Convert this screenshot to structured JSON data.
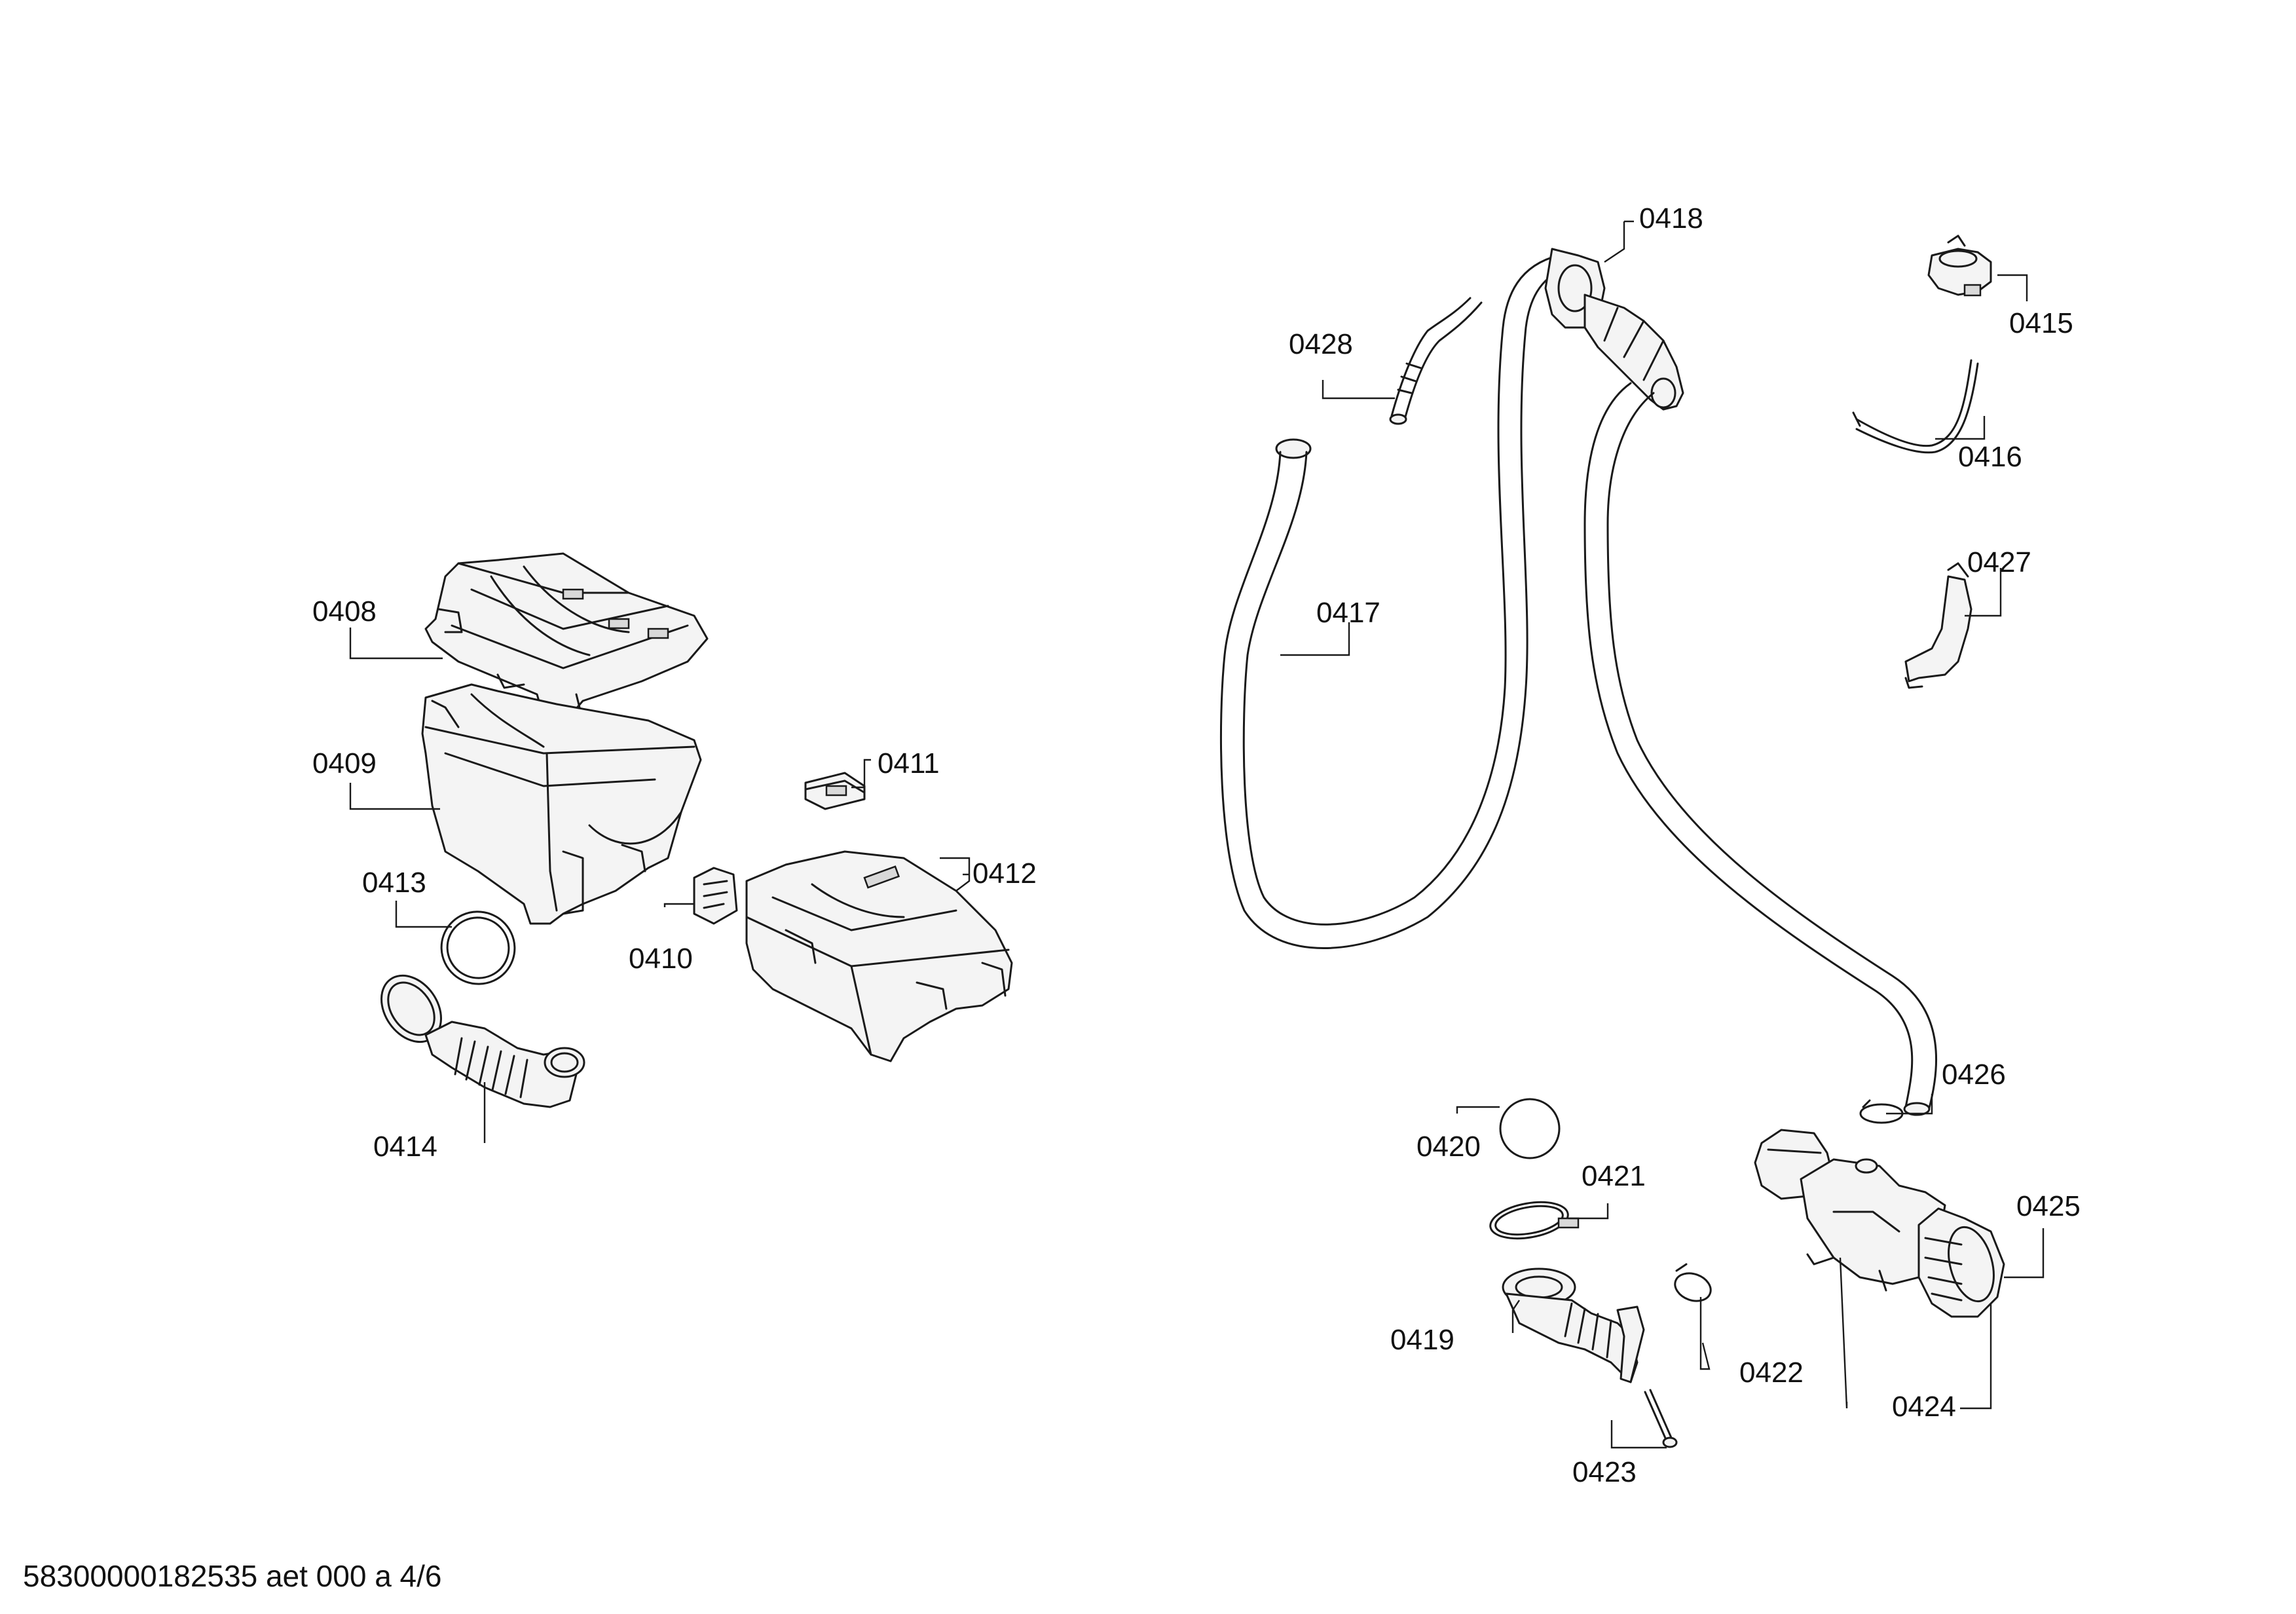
{
  "footer": {
    "text": "58300000182535 aet 000 a 4/6"
  },
  "parts": {
    "p0408": "0408",
    "p0409": "0409",
    "p0410": "0410",
    "p0411": "0411",
    "p0412": "0412",
    "p0413": "0413",
    "p0414": "0414",
    "p0415": "0415",
    "p0416": "0416",
    "p0417": "0417",
    "p0418": "0418",
    "p0419": "0419",
    "p0420": "0420",
    "p0421": "0421",
    "p0422": "0422",
    "p0423": "0423",
    "p0424": "0424",
    "p0425": "0425",
    "p0426": "0426",
    "p0427": "0427",
    "p0428": "0428"
  }
}
